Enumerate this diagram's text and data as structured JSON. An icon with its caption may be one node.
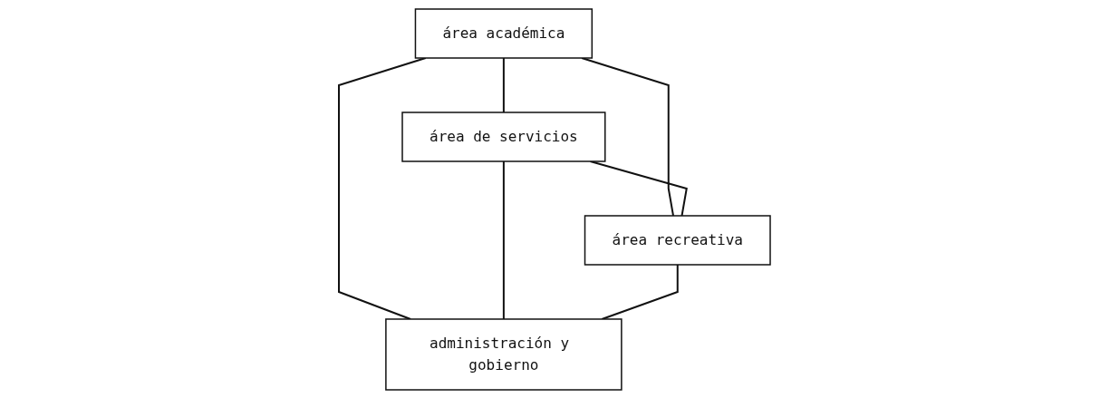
{
  "diagram": {
    "nodes": [
      {
        "text": [
          "área académica"
        ]
      },
      {
        "text": [
          "área de servicios"
        ]
      },
      {
        "text": [
          "área recreativa"
        ]
      },
      {
        "text": [
          "administración y gobierno"
        ]
      }
    ],
    "edges": [
      {
        "from": 0,
        "to": 1,
        "arrow": "none"
      },
      {
        "from": 0,
        "to": 2,
        "arrow": "none"
      },
      {
        "from": 0,
        "to": 3,
        "arrow": "none"
      },
      {
        "from": 1,
        "to": 2,
        "arrow": "none"
      },
      {
        "from": 1,
        "to": 3,
        "arrow": "none"
      },
      {
        "from": 2,
        "to": 3,
        "arrow": "none"
      }
    ]
  }
}
